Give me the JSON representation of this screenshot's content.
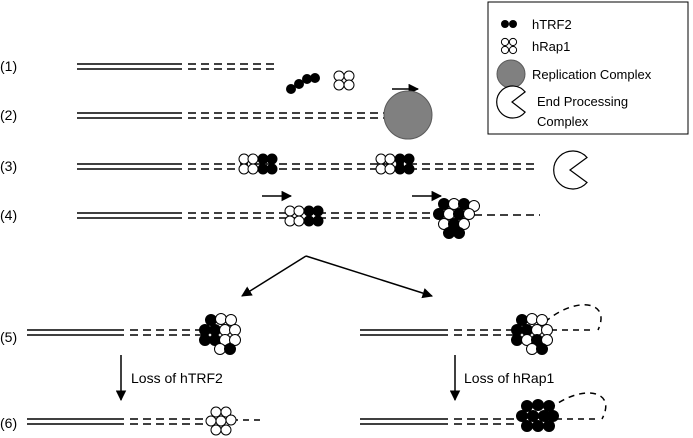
{
  "legend": {
    "htrf2": "hTRF2",
    "hrap1": "hRap1",
    "replication": "Replication Complex",
    "end_processing_line1": "End Processing",
    "end_processing_line2": "Complex"
  },
  "steps": [
    "(1)",
    "(2)",
    "(3)",
    "(4)",
    "(5)",
    "(6)"
  ],
  "annotations": {
    "loss_htrf2": "Loss of hTRF2",
    "loss_hrap1": "Loss of hRap1"
  },
  "colors": {
    "ink": "#000000",
    "replication_fill": "#808080",
    "replication_stroke": "#5a5a5a"
  },
  "icons": {
    "htrf2": "black-dot-pair-icon",
    "hrap1": "white-circle-cluster-icon",
    "replication": "grey-disc-icon",
    "end_processing": "pacman-icon"
  }
}
